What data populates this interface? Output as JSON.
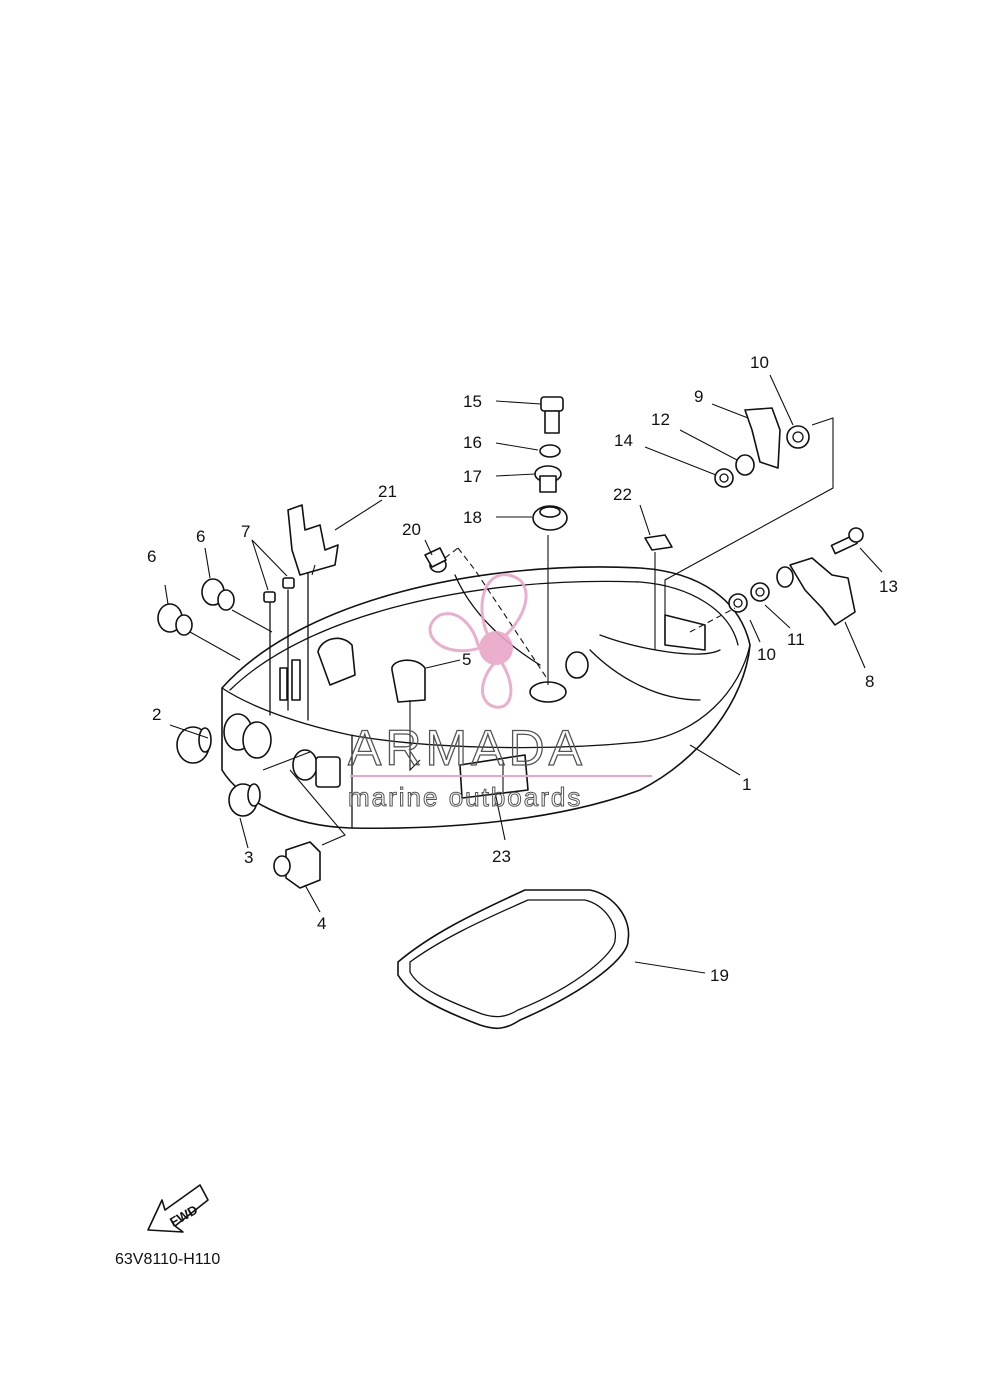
{
  "diagram": {
    "callouts": [
      "1",
      "2",
      "3",
      "4",
      "5",
      "6",
      "6",
      "7",
      "8",
      "9",
      "10",
      "10",
      "11",
      "12",
      "13",
      "14",
      "15",
      "16",
      "17",
      "18",
      "19",
      "20",
      "21",
      "22",
      "23"
    ],
    "fwd_label": "FWD",
    "part_code": "63V8110-H110"
  },
  "watermark": {
    "brand": "ARMADA",
    "tagline": "marine outboards",
    "accent_color": "#e9a6c8"
  }
}
